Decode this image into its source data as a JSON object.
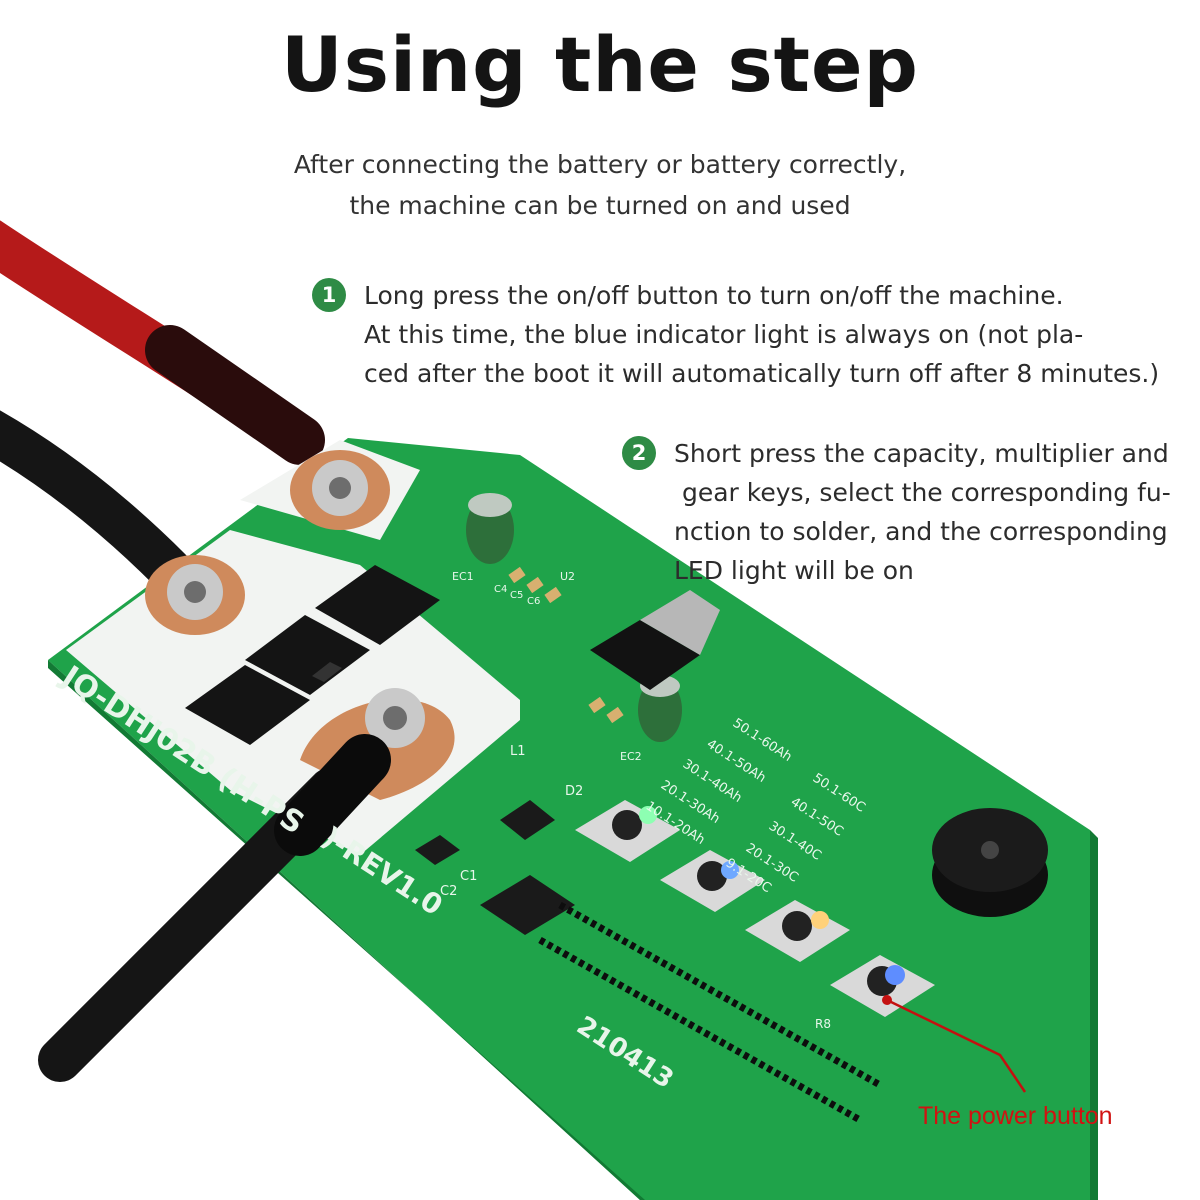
{
  "title": "Using the step",
  "subtitle": {
    "line1": "After connecting the battery or battery correctly,",
    "line2": "the machine can be turned on and used"
  },
  "steps": [
    {
      "number": "1",
      "lines": [
        "Long press the on/off button to turn on/off the machine.",
        "At this time, the blue indicator light is always on (not pla-",
        "ced after the boot it will automatically turn off after 8 minutes.)"
      ]
    },
    {
      "number": "2",
      "lines": [
        "Short press the capacity, multiplier and",
        " gear keys, select the corresponding fu-",
        "nction to solder, and the corresponding",
        "LED light will be on"
      ]
    }
  ],
  "callout": {
    "label": "The power button"
  },
  "board": {
    "model": "JQ-DHJ02B (H-PS",
    "revision": ")-REV1.0",
    "date_code": "210413",
    "capacity_leds": [
      "50.1-60Ah",
      "40.1-50Ah",
      "30.1-40Ah",
      "20.1-30Ah",
      "10.1-20Ah"
    ],
    "multiplier_leds": [
      "50.1-60C",
      "40.1-50C",
      "30.1-40C",
      "20.1-30C",
      "9.1-20C"
    ],
    "components": [
      "EC1",
      "EC2",
      "C4",
      "C5",
      "C6",
      "U2",
      "D2",
      "L1",
      "C1",
      "C2",
      "R8"
    ]
  },
  "colors": {
    "accent_green": "#2e8b45",
    "pcb_green": "#1fa34a",
    "callout_red": "#d11212",
    "cable_red": "#b51a1a"
  }
}
